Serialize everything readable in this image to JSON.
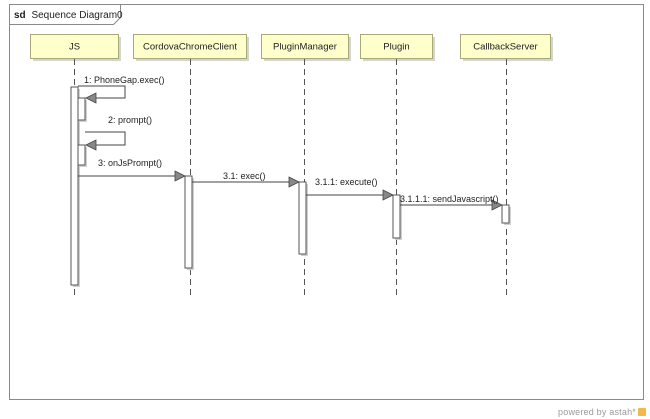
{
  "frame": {
    "keyword": "sd",
    "name": "Sequence Diagram0"
  },
  "lifelines": [
    {
      "id": "js",
      "name": "JS"
    },
    {
      "id": "cordova",
      "name": "CordovaChromeClient"
    },
    {
      "id": "pm",
      "name": "PluginManager"
    },
    {
      "id": "plugin",
      "name": "Plugin"
    },
    {
      "id": "cb",
      "name": "CallbackServer"
    }
  ],
  "messages": [
    {
      "label": "1: PhoneGap.exec()",
      "from": "js",
      "to": "js",
      "kind": "self"
    },
    {
      "label": "2: prompt()",
      "from": "js",
      "to": "js",
      "kind": "self"
    },
    {
      "label": "3: onJsPrompt()",
      "from": "js",
      "to": "cordova",
      "kind": "call"
    },
    {
      "label": "3.1: exec()",
      "from": "cordova",
      "to": "pm",
      "kind": "call"
    },
    {
      "label": "3.1.1: execute()",
      "from": "pm",
      "to": "plugin",
      "kind": "call"
    },
    {
      "label": "3.1.1.1: sendJavascript()",
      "from": "plugin",
      "to": "cb",
      "kind": "call"
    }
  ],
  "colors": {
    "lifeline_head_fill": "#ffffcc",
    "lifeline_head_border": "#a8a878",
    "line": "#444444",
    "arrow_fill": "#888888"
  },
  "watermark": {
    "text": "powered by astah*"
  }
}
